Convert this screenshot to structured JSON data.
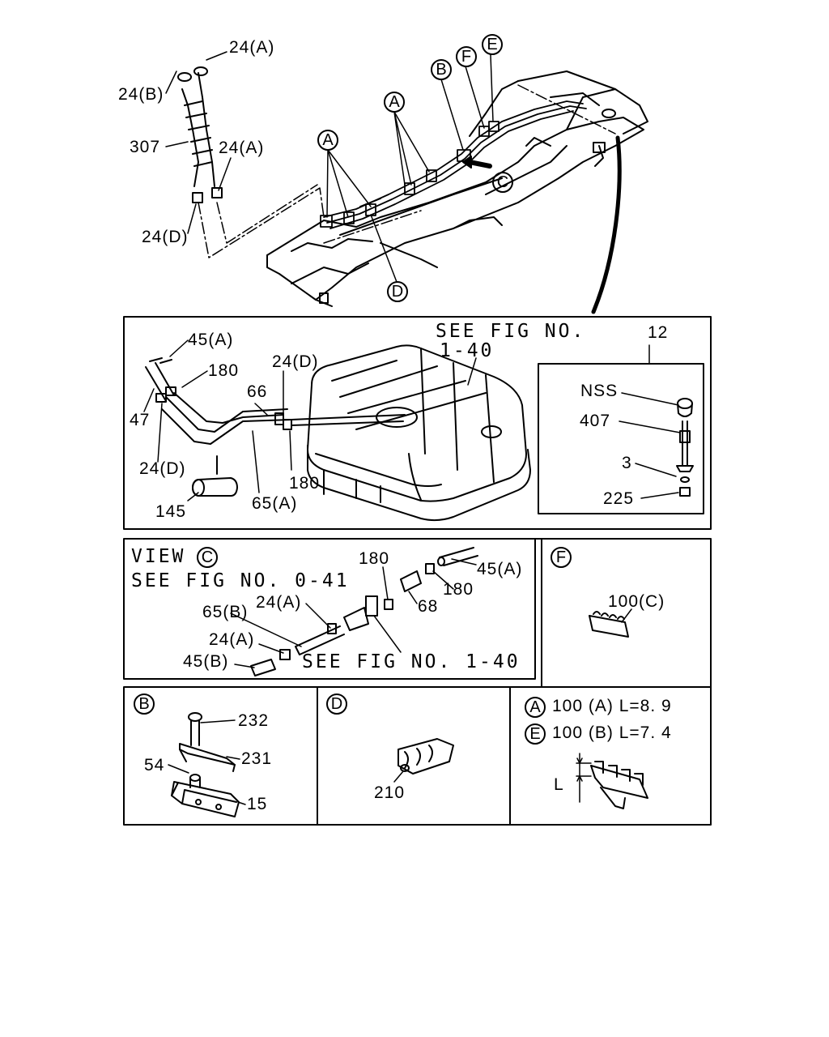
{
  "top": {
    "hose_clamp_a1": "24(A)",
    "hose_clamp_b": "24(B)",
    "hose_part": "307",
    "hose_clamp_a2": "24(A)",
    "hose_clamp_d": "24(D)",
    "callout_a1": "A",
    "callout_a2": "A",
    "callout_b": "B",
    "callout_f": "F",
    "callout_e": "E",
    "callout_c": "C",
    "callout_d": "D"
  },
  "tank_panel": {
    "see_fig_1": "SEE FIG NO.",
    "see_fig_2": "1-40",
    "ref_12": "12",
    "hose_45a": "45(A)",
    "clip_180_top": "180",
    "clamp_24d_top": "24(D)",
    "pipe_66": "66",
    "hose_47": "47",
    "clamp_24d_left": "24(D)",
    "clip_180_bottom": "180",
    "pipe_65a": "65(A)",
    "hose_145": "145",
    "nss": "NSS",
    "part_407": "407",
    "part_3": "3",
    "part_225": "225"
  },
  "view_c": {
    "title": "VIEW",
    "callout": "C",
    "see_fig": "SEE FIG NO. 0-41",
    "clip_180a": "180",
    "hose_45a": "45(A)",
    "clip_180b": "180",
    "hose_68": "68",
    "pipe_65b": "65(B)",
    "clamp_24a1": "24(A)",
    "clamp_24a2": "24(A)",
    "hose_45b": "45(B)",
    "see_fig_bottom": "SEE FIG NO. 1-40"
  },
  "panel_f": {
    "callout": "F",
    "part": "100(C)"
  },
  "panel_b": {
    "callout": "B",
    "bolt": "232",
    "bracket": "231",
    "spacer": "54",
    "pad": "15"
  },
  "panel_d": {
    "callout": "D",
    "clip": "210"
  },
  "panel_ae": {
    "callout_a": "A",
    "line_a": "100 (A) L=8. 9",
    "callout_e": "E",
    "line_e": "100 (B) L=7. 4",
    "dim_l": "L"
  }
}
